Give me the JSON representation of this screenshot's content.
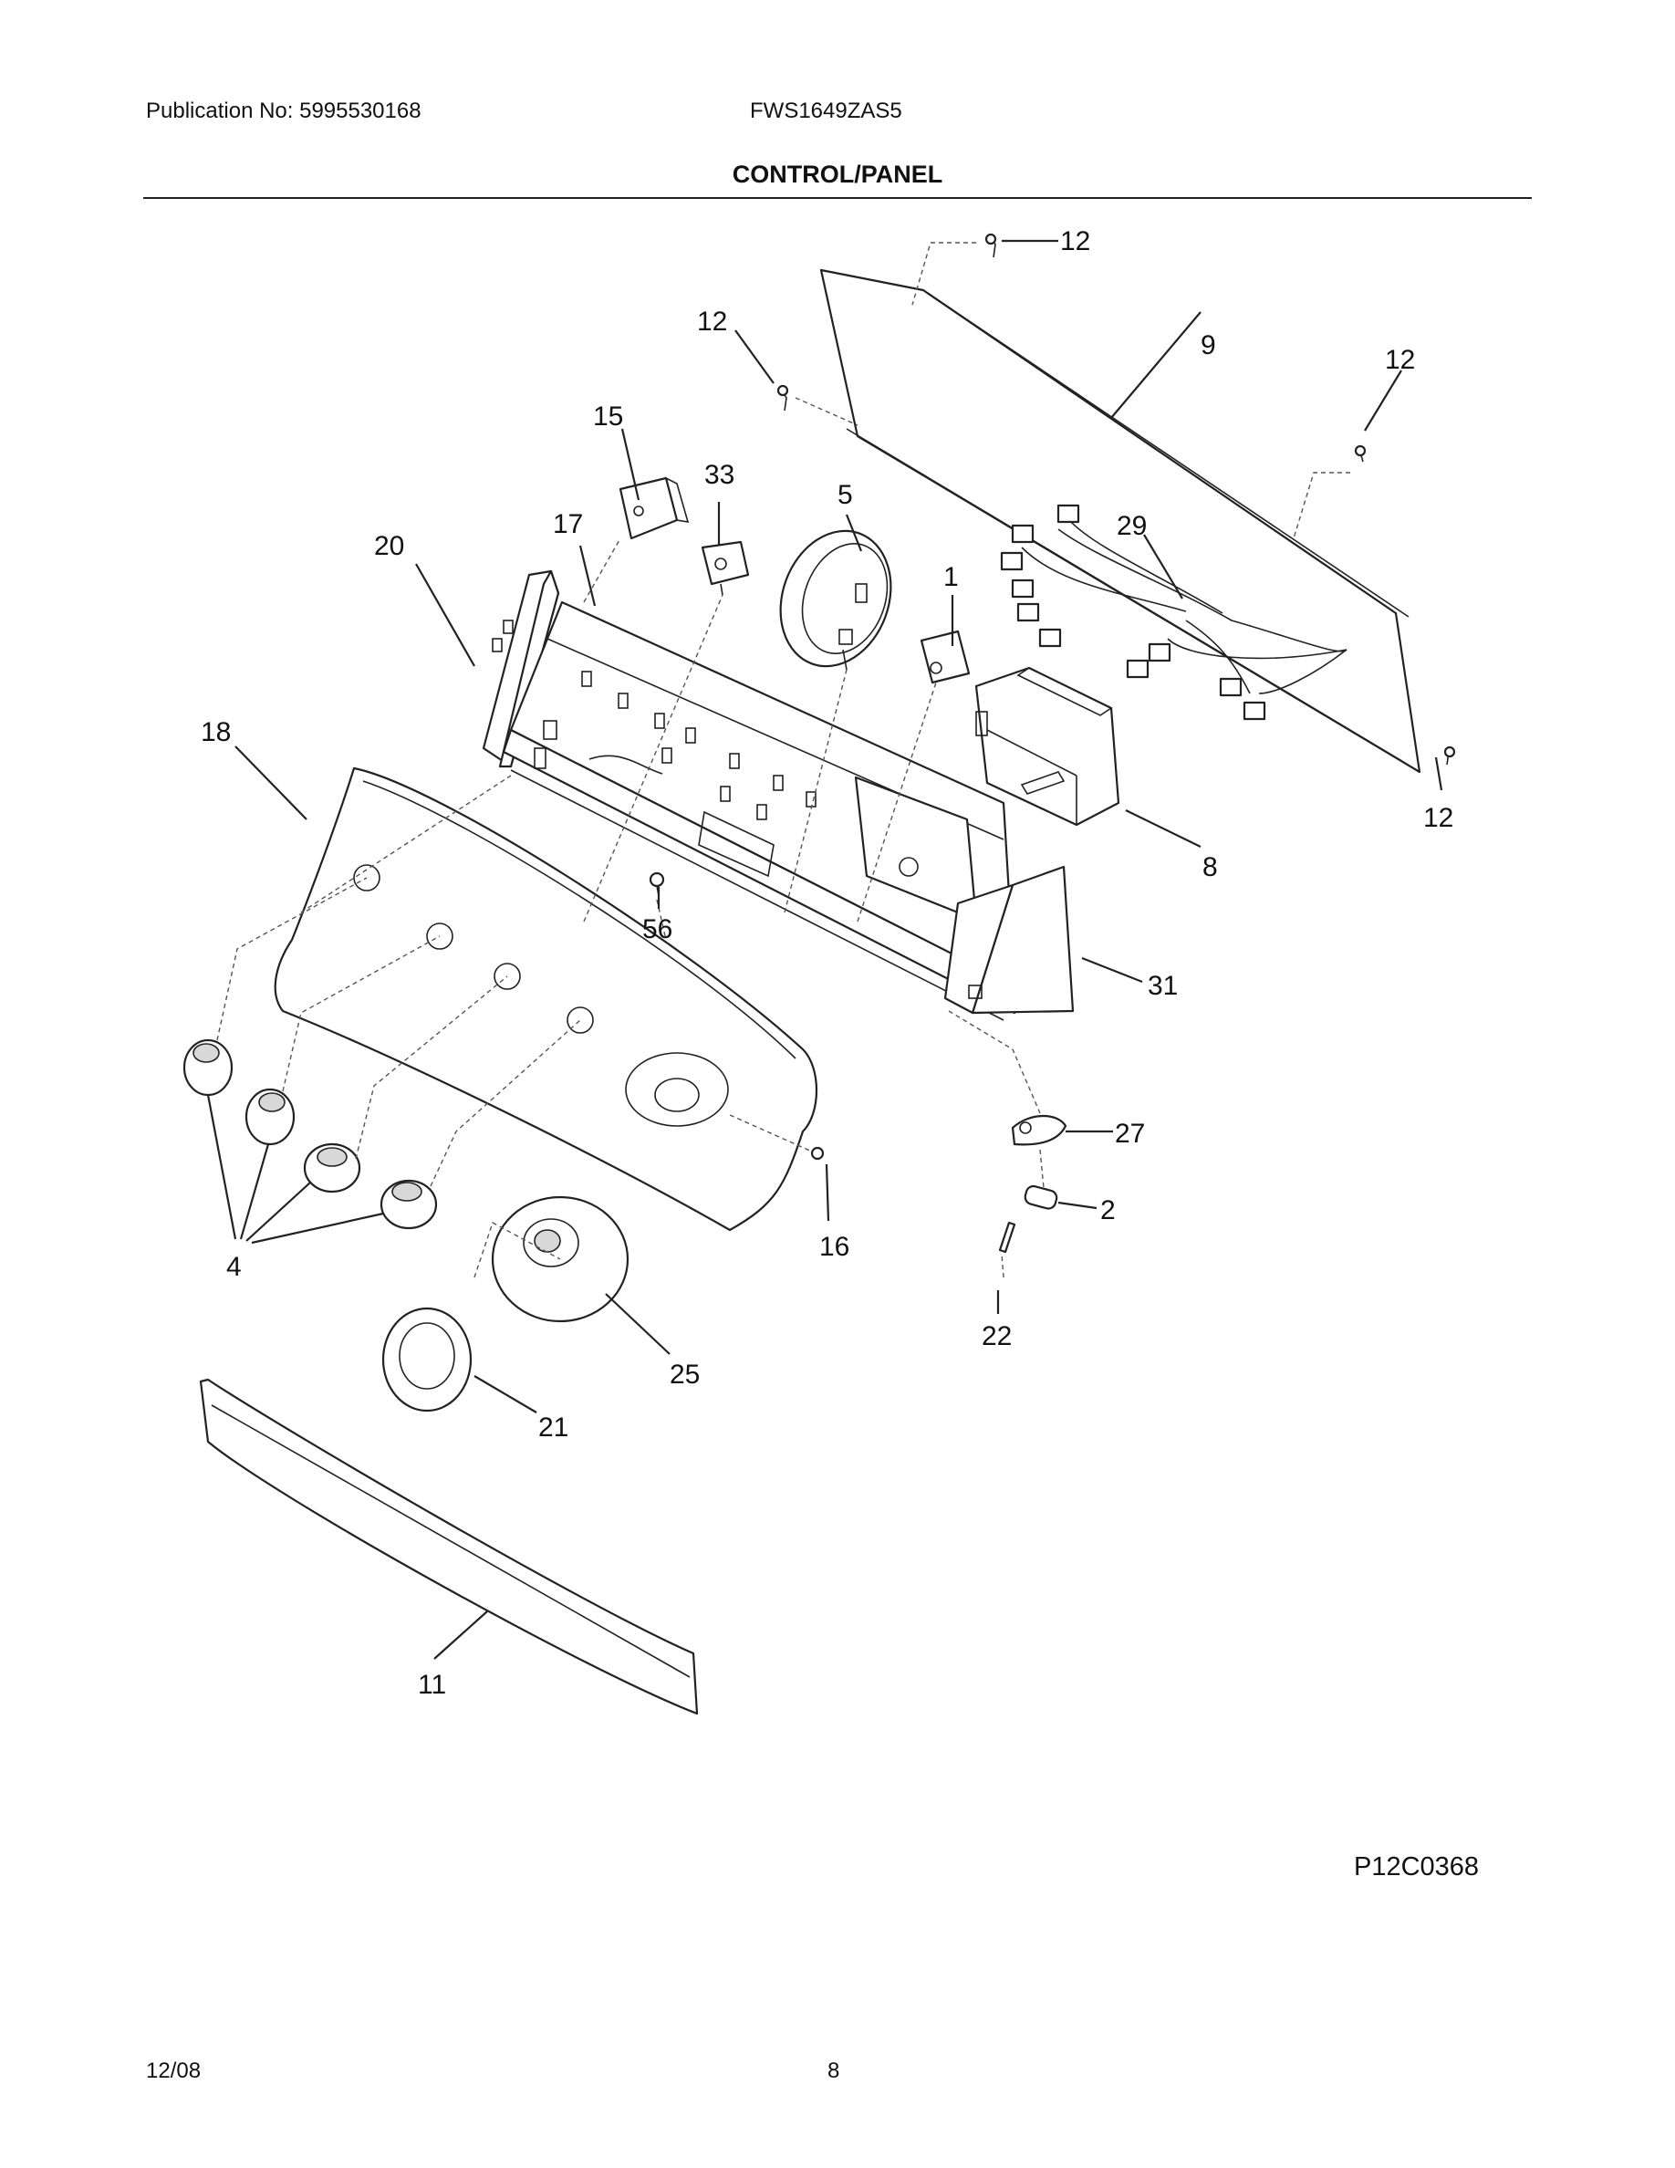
{
  "header": {
    "publication": "Publication No: 5995530168",
    "model": "FWS1649ZAS5",
    "title": "CONTROL/PANEL"
  },
  "footer": {
    "diagram_code": "P12C0368",
    "date": "12/08",
    "page": "8"
  },
  "callouts": {
    "c12a": "12",
    "c9": "9",
    "c12b": "12",
    "c12c": "12",
    "c15": "15",
    "c33": "33",
    "c5": "5",
    "c17": "17",
    "c29": "29",
    "c20": "20",
    "c1": "1",
    "c18": "18",
    "c12d": "12",
    "c8": "8",
    "c56": "56",
    "c31": "31",
    "c27": "27",
    "c2": "2",
    "c16": "16",
    "c4": "4",
    "c22": "22",
    "c25": "25",
    "c21": "21",
    "c11": "11"
  }
}
